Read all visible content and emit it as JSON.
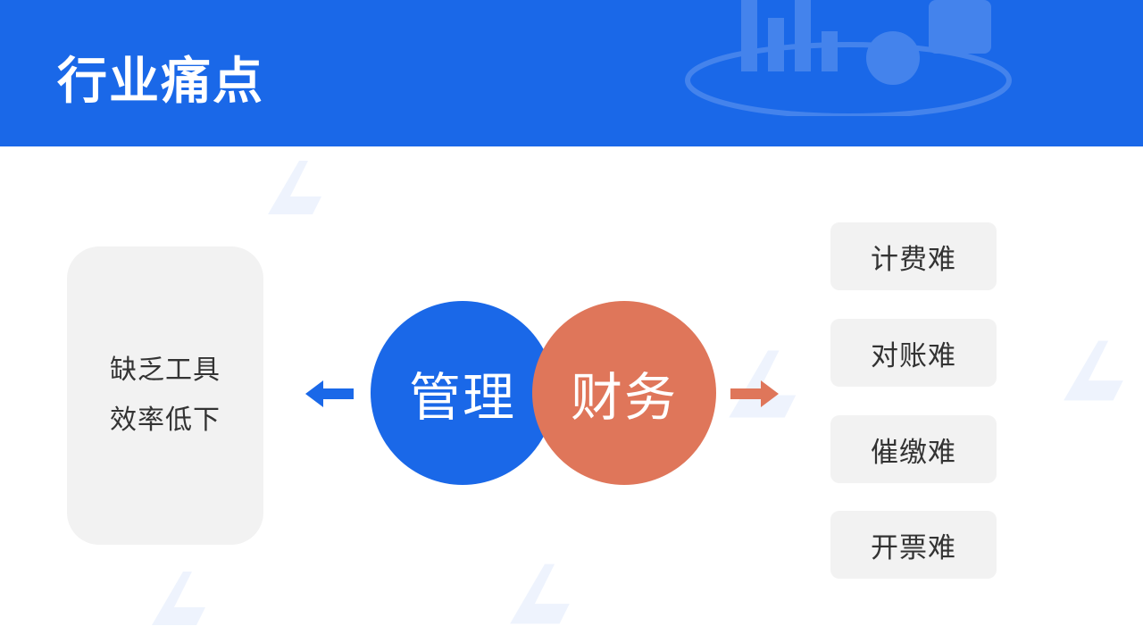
{
  "header": {
    "title": "行业痛点"
  },
  "left_panel": {
    "lines": [
      "缺乏工具",
      "效率低下"
    ]
  },
  "circles": [
    {
      "label": "管理",
      "color": "#1a68e8"
    },
    {
      "label": "财务",
      "color": "#df765a"
    }
  ],
  "right_items": [
    {
      "label": "计费难"
    },
    {
      "label": "对账难"
    },
    {
      "label": "催缴难"
    },
    {
      "label": "开票难"
    }
  ],
  "colors": {
    "header_bg": "#1a68e8",
    "blue": "#1a68e8",
    "orange": "#df765a",
    "panel_bg": "#f2f2f2",
    "text": "#333333"
  },
  "icons": {
    "left_arrow": "arrow-left-icon",
    "right_arrow": "arrow-right-icon"
  }
}
